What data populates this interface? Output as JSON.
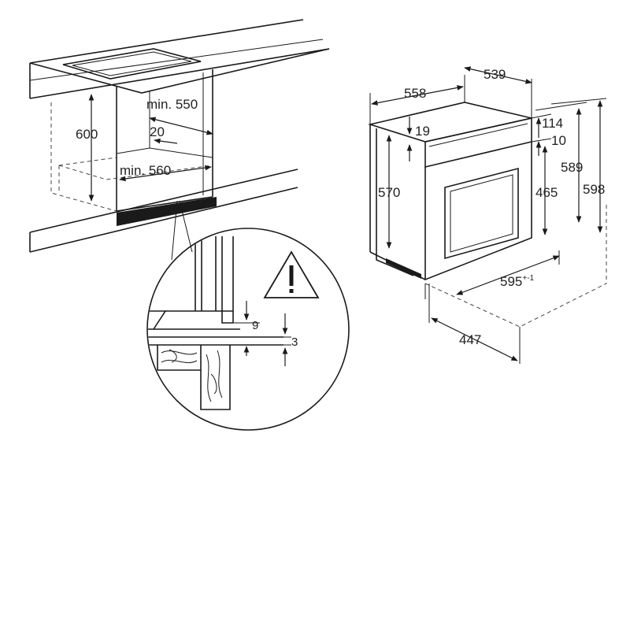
{
  "diagram": {
    "cabinet": {
      "height": "600",
      "niche_depth": "min. 550",
      "gap": "20",
      "niche_width": "min. 560"
    },
    "detail": {
      "gap_top": "9",
      "gap_bottom": "3"
    },
    "oven": {
      "depth_total": "558",
      "depth_body": "539",
      "front_offset": "19",
      "body_height": "570",
      "top_offset": "114",
      "panel_offset": "10",
      "door_height": "465",
      "height_inner": "589",
      "height_total": "598",
      "width": "595",
      "width_tolerance": "+-1",
      "bottom_depth": "447"
    }
  }
}
